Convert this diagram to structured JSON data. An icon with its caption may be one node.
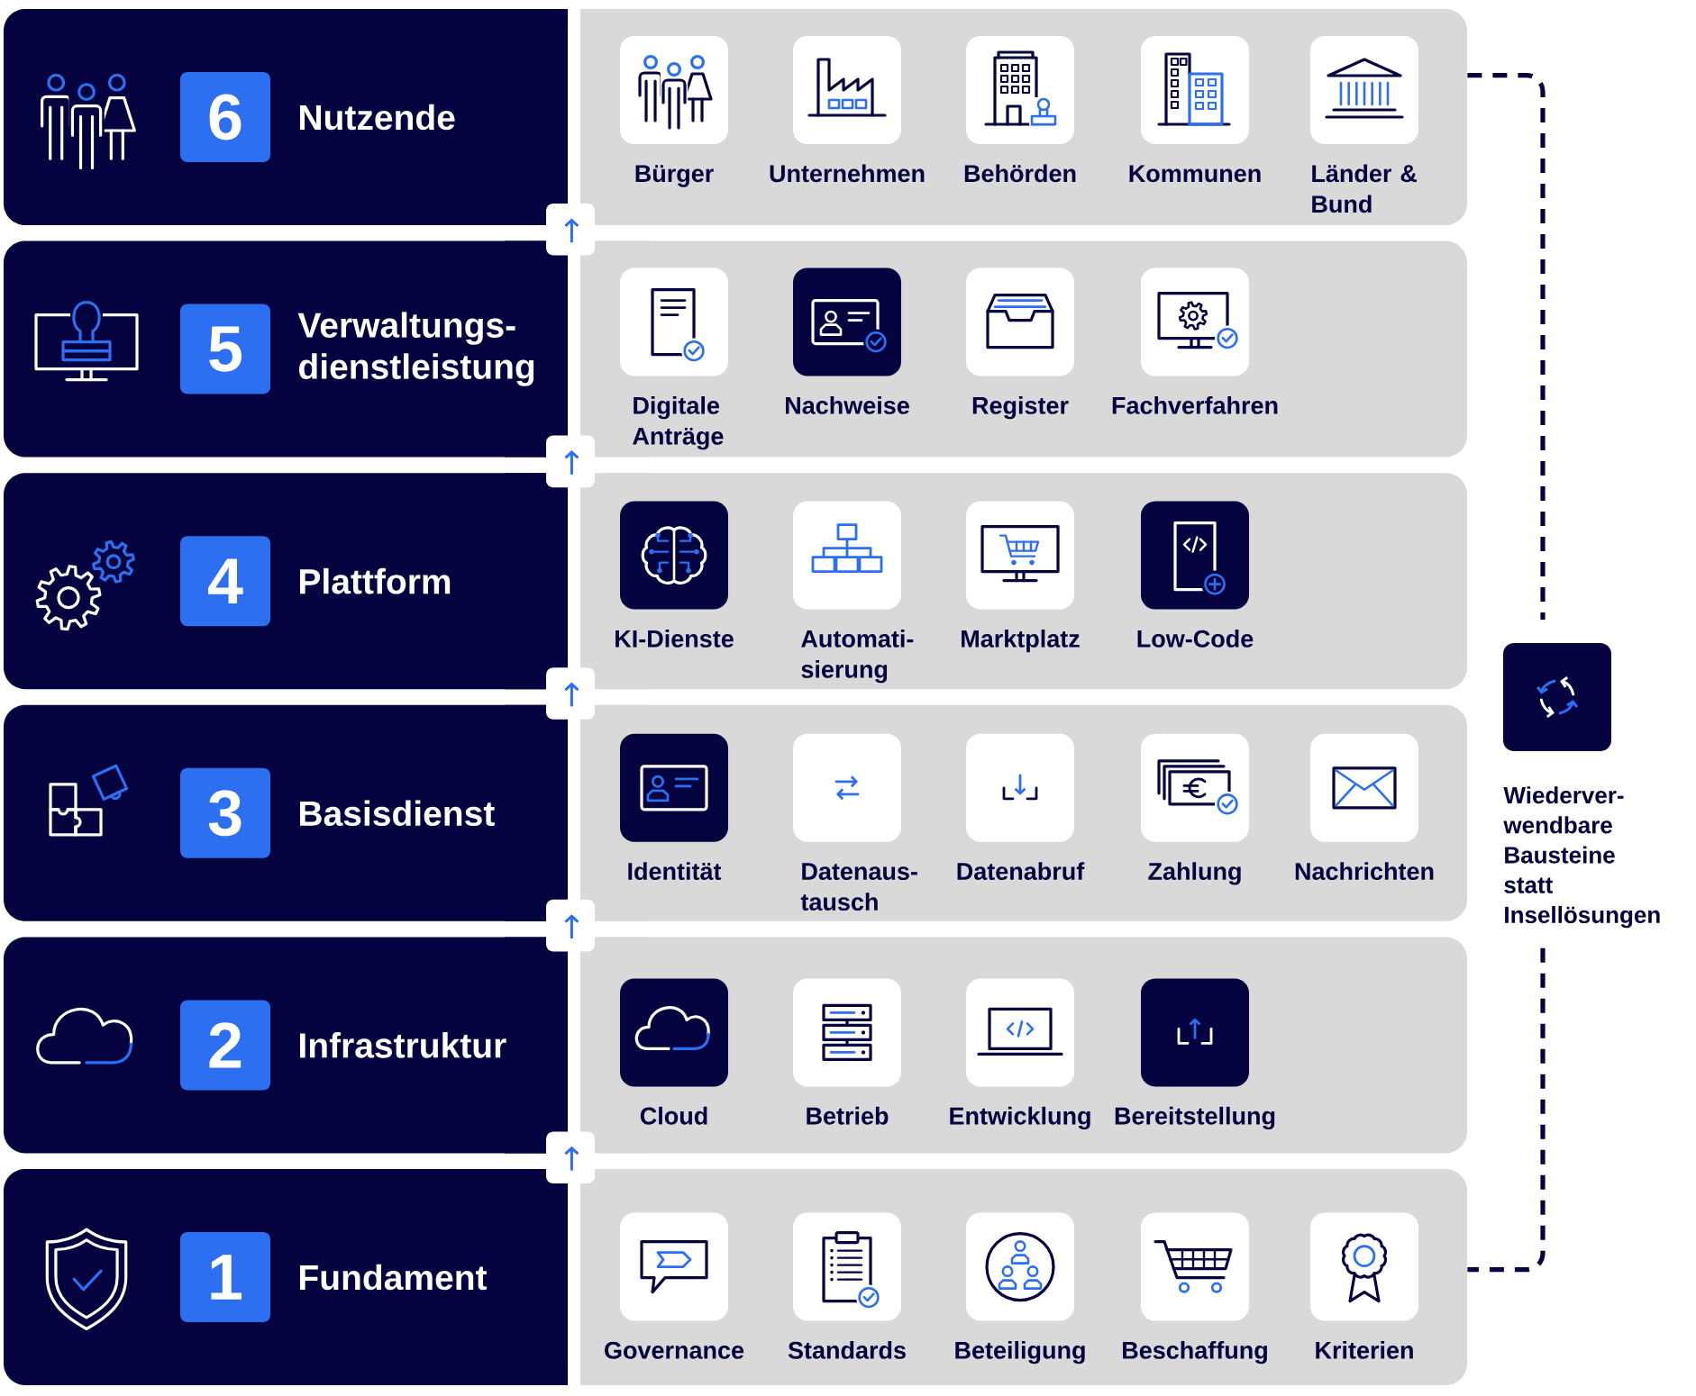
{
  "diagram": {
    "nodes": [
      {
        "text": [
          "Nutzende"
        ]
      },
      {
        "text": [
          "6"
        ],
        "in": 0
      },
      {
        "text": [],
        "shape": "box"
      },
      {
        "text": [
          "Bürger"
        ],
        "in": 2
      },
      {
        "text": [
          "Unternehmen"
        ],
        "in": 2
      },
      {
        "text": [
          "Behörden"
        ],
        "in": 2
      },
      {
        "text": [
          "Kommunen"
        ],
        "in": 2
      },
      {
        "text": [
          "Länder & Bund"
        ],
        "in": 2
      },
      {
        "text": [
          "Verwaltungs- dienstleistung"
        ]
      },
      {
        "text": [
          "5"
        ],
        "in": 8
      },
      {
        "text": [],
        "shape": "box"
      },
      {
        "text": [
          "Digitale Anträge"
        ],
        "in": 10
      },
      {
        "text": [
          "Nachweise"
        ],
        "in": 10
      },
      {
        "text": [
          "Register"
        ],
        "in": 10
      },
      {
        "text": [
          "Fachverfahren"
        ],
        "in": 10
      },
      {
        "text": [
          "Plattform"
        ]
      },
      {
        "text": [
          "4"
        ],
        "in": 15
      },
      {
        "text": [],
        "shape": "box"
      },
      {
        "text": [
          "KI-Dienste"
        ],
        "in": 17
      },
      {
        "text": [
          "Automati- sierung"
        ],
        "in": 17
      },
      {
        "text": [
          "Marktplatz"
        ],
        "in": 17
      },
      {
        "text": [
          "Low-Code"
        ],
        "in": 17
      },
      {
        "text": [
          "Basisdienst"
        ]
      },
      {
        "text": [
          "3"
        ],
        "in": 22
      },
      {
        "text": [],
        "shape": "box"
      },
      {
        "text": [
          "Identität"
        ],
        "in": 24
      },
      {
        "text": [
          "Datenaus- tausch"
        ],
        "in": 24
      },
      {
        "text": [
          "Datenabruf"
        ],
        "in": 24
      },
      {
        "text": [
          "Zahlung"
        ],
        "in": 24
      },
      {
        "text": [
          "Nachrichten"
        ],
        "in": 24
      },
      {
        "text": [
          "Infrastruktur"
        ]
      },
      {
        "text": [
          "2"
        ],
        "in": 30
      },
      {
        "text": [],
        "shape": "box"
      },
      {
        "text": [
          "Cloud"
        ],
        "in": 32
      },
      {
        "text": [
          "Betrieb"
        ],
        "in": 32
      },
      {
        "text": [
          "Entwicklung"
        ],
        "in": 32
      },
      {
        "text": [
          "Bereitstellung"
        ],
        "in": 32
      },
      {
        "text": [
          "Fundament"
        ]
      },
      {
        "text": [
          "1"
        ],
        "in": 37
      },
      {
        "text": [],
        "shape": "box"
      },
      {
        "text": [
          "Governance"
        ],
        "in": 39
      },
      {
        "text": [
          "Standards"
        ],
        "in": 39
      },
      {
        "text": [
          "Beteiligung"
        ],
        "in": 39
      },
      {
        "text": [
          "Beschaffung"
        ],
        "in": 39
      },
      {
        "text": [
          "Kriterien"
        ],
        "in": 39
      },
      {
        "text": [
          "Wiederver- wendbare Bausteine statt Insellösungen"
        ]
      }
    ],
    "edges": [
      {
        "from": 8,
        "to": 0,
        "arrow": "to"
      },
      {
        "from": 15,
        "to": 8,
        "arrow": "to"
      },
      {
        "from": 22,
        "to": 15,
        "arrow": "to"
      },
      {
        "from": 30,
        "to": 22,
        "arrow": "to"
      },
      {
        "from": 37,
        "to": 30,
        "arrow": "to"
      },
      {
        "from": 2,
        "to": 45,
        "arrow": "none",
        "style": "dashed",
        "color": "#04033f"
      },
      {
        "from": 45,
        "to": 39,
        "arrow": "none",
        "style": "dashed",
        "color": "#04033f"
      }
    ]
  }
}
